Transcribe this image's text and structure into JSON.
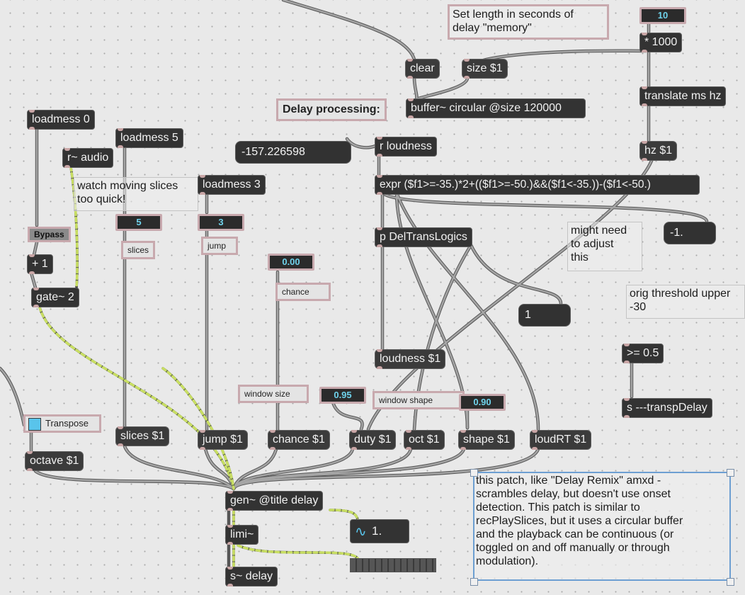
{
  "objects": {
    "loadmess0": "loadmess 0",
    "r_audio": "r~ audio",
    "loadmess5": "loadmess 5",
    "loadmess3": "loadmess 3",
    "clear": "clear",
    "size": "size $1",
    "buffer": "buffer~ circular @size 120000",
    "r_loudness": "r loudness",
    "expr": "expr ($f1>=-35.)*2+(($f1>=-50.)&&($f1<-35.))-($f1<-50.)",
    "p_deltrans": "p DelTransLogics",
    "loudness": "loudness $1",
    "times1000": "* 1000",
    "translate": "translate ms hz",
    "hz": "hz $1",
    "gte": ">= 0.5",
    "s_transp": "s ---transpDelay",
    "plus1": "+ 1",
    "gate": "gate~ 2",
    "octave": "octave $1",
    "slices": "slices $1",
    "jump": "jump $1",
    "chance": "chance $1",
    "duty": "duty $1",
    "oct": "oct $1",
    "shape": "shape $1",
    "loudRT": "loudRT $1",
    "gen": "gen~ @title delay",
    "limi": "limi~",
    "s_delay": "s~ delay"
  },
  "numbers": {
    "float_big": "-157.226598",
    "float_neg1": "-1.",
    "float_one": "1",
    "nb_10": "10",
    "nb_5": "5",
    "nb_3": "3",
    "nb_chance": "0.00",
    "nb_window": "0.95",
    "nb_shape": "0.90",
    "scope_val": "1."
  },
  "labels": {
    "slices": "slices",
    "jump": "jump",
    "chance": "chance",
    "window_size": "window size",
    "window_shape": "window shape",
    "transpose": "Transpose",
    "bypass": "Bypass",
    "delay_processing": "Delay processing:"
  },
  "comments": {
    "set_length": "Set length in seconds of\ndelay \"memory\"",
    "watch": "watch moving slices\ntoo quick!",
    "might_need": "might need\nto adjust\nthis",
    "orig_threshold": "orig threshold upper\n-30",
    "description": "this patch, like \"Delay Remix\" amxd -\nscrambles delay, but doesn't use onset\ndetection. This patch is similar to\nrecPlaySlices, but it uses a circular buffer\nand the playback can be continuous (or\ntoggled on and off manually or through\nmodulation)."
  },
  "colors": {
    "canvas": "#e9e9e9",
    "object": "#333333",
    "accent": "#59c4eb",
    "label_border": "#c8a9ae",
    "cord": "#a5a5a5",
    "signal_cord": "#c8de63",
    "selection": "#6d9fd2"
  },
  "icons": {
    "scope": "sine-wave-icon",
    "toggle": "toggle-box-icon"
  }
}
